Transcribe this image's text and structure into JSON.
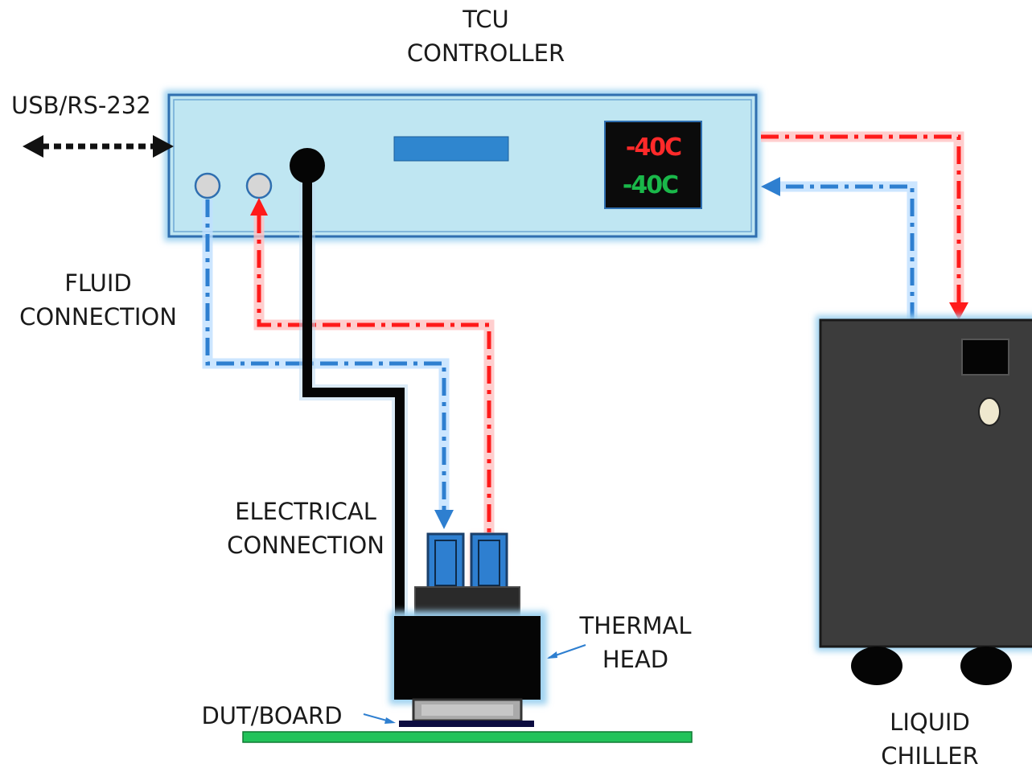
{
  "labels": {
    "controller_line1": "TCU",
    "controller_line2": "CONTROLLER",
    "usb": "USB/RS-232",
    "fluid_line1": "FLUID",
    "fluid_line2": "CONNECTION",
    "electrical_line1": "ELECTRICAL",
    "electrical_line2": "CONNECTION",
    "thermal_line1": "THERMAL",
    "thermal_line2": "HEAD",
    "dut": "DUT/BOARD",
    "chiller_line1": "LIQUID",
    "chiller_line2": "CHILLER"
  },
  "display": {
    "setpoint": "-40C",
    "actual": "-40C",
    "setpoint_color": "#ff2a2a",
    "actual_color": "#1ab84a"
  },
  "colors": {
    "hot_line": "#ff1a1a",
    "cold_line": "#2e7fd0",
    "controller_body": "#bfe6f2",
    "chiller_body": "#3c3c3c",
    "board": "#22c35a"
  }
}
